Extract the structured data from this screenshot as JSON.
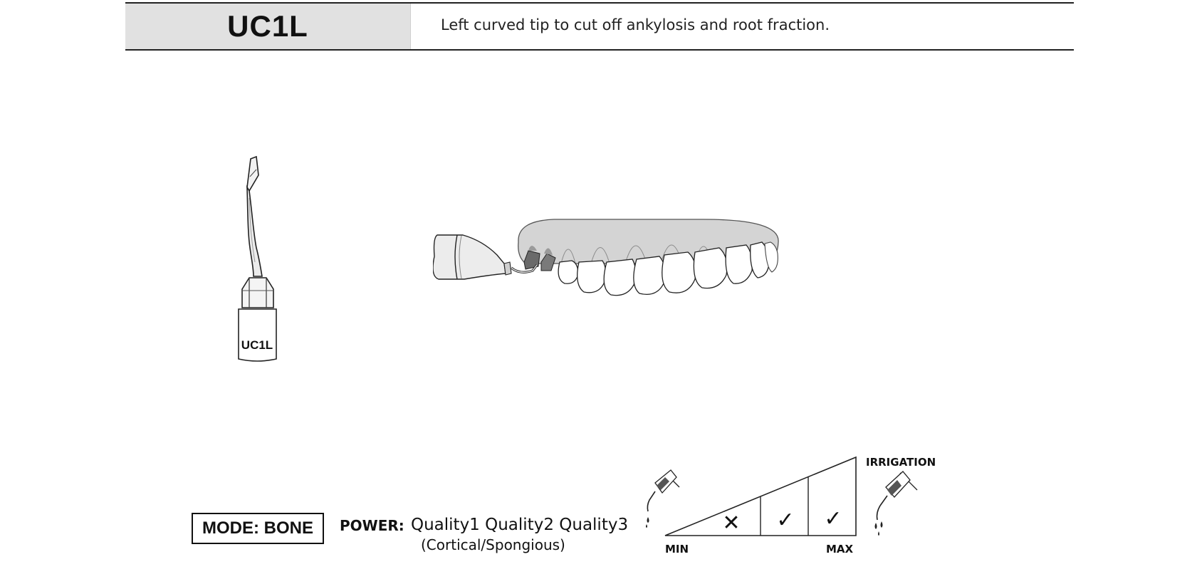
{
  "header": {
    "model_code": "UC1L",
    "description": "Left curved tip to cut off ankylosis and root fraction."
  },
  "tip": {
    "label": "UC1L",
    "icon": "ultrasonic-tip-icon"
  },
  "illustration": {
    "icon": "dental-arch-with-handpiece-icon"
  },
  "mode": {
    "label": "MODE: BONE"
  },
  "power": {
    "label": "POWER:",
    "qualities": "Quality1 Quality2 Quality3",
    "note": "(Cortical/Spongious)"
  },
  "irrigation": {
    "title": "IRRIGATION",
    "min_label": "MIN",
    "max_label": "MAX",
    "levels": [
      {
        "mark": "✕",
        "status": "not-recommended"
      },
      {
        "mark": "✓",
        "status": "recommended"
      },
      {
        "mark": "✓",
        "status": "recommended"
      }
    ],
    "low_flow_icon": "handpiece-drip-low-icon",
    "high_flow_icon": "handpiece-drip-high-icon"
  },
  "colors": {
    "header_box": "#e1e1e1",
    "ink": "#111111",
    "gum": "#d2d2d2",
    "tip_dark": "#666666"
  }
}
